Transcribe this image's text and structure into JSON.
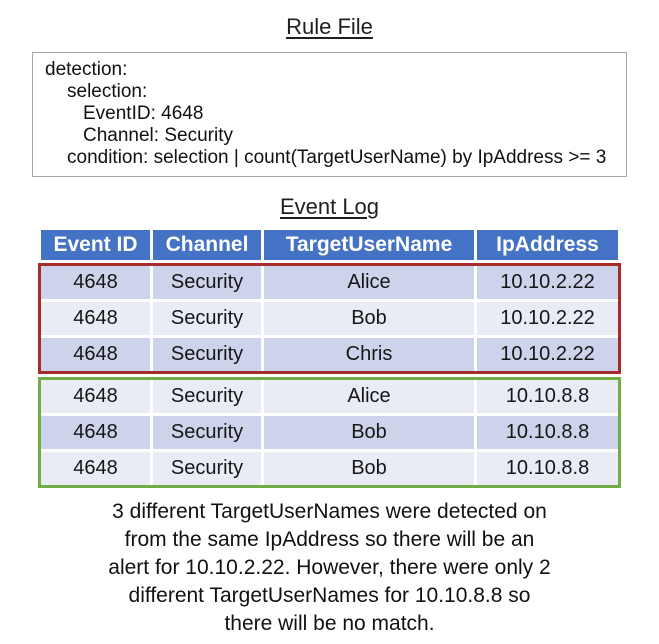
{
  "titles": {
    "rule_file": "Rule File",
    "event_log": "Event Log"
  },
  "rule_box": {
    "lines": [
      "detection:",
      "selection:",
      "EventID: 4648",
      "Channel: Security",
      "condition: selection | count(TargetUserName) by IpAddress >= 3"
    ]
  },
  "event_log_table": {
    "headers": [
      "Event ID",
      "Channel",
      "TargetUserName",
      "IpAddress"
    ],
    "rows": [
      [
        "4648",
        "Security",
        "Alice",
        "10.10.2.22"
      ],
      [
        "4648",
        "Security",
        "Bob",
        "10.10.2.22"
      ],
      [
        "4648",
        "Security",
        "Chris",
        "10.10.2.22"
      ],
      [
        "4648",
        "Security",
        "Alice",
        "10.10.8.8"
      ],
      [
        "4648",
        "Security",
        "Bob",
        "10.10.8.8"
      ],
      [
        "4648",
        "Security",
        "Bob",
        "10.10.8.8"
      ]
    ],
    "groups": [
      {
        "name": "alert-group",
        "row_indexes": [
          0,
          1,
          2
        ],
        "outline_color": "#A62B2B"
      },
      {
        "name": "no-match-group",
        "row_indexes": [
          3,
          4,
          5
        ],
        "outline_color": "#70AD47"
      }
    ]
  },
  "caption": {
    "lines": [
      "3 different TargetUserNames were detected on",
      "from the same IpAddress so there will be an",
      "alert for 10.10.2.22. However, there were only 2",
      "different TargetUserNames for 10.10.8.8 so",
      "there will be no match."
    ]
  },
  "colors": {
    "header_bg": "#4472C4",
    "header_text": "#FFFFFF",
    "band_dark": "#CDD3EA",
    "band_light": "#E9EBF5",
    "alert_outline": "#A62B2B",
    "no_match_outline": "#70AD47",
    "rule_box_border": "#A6A6A6",
    "text": "#1F1F1F"
  }
}
